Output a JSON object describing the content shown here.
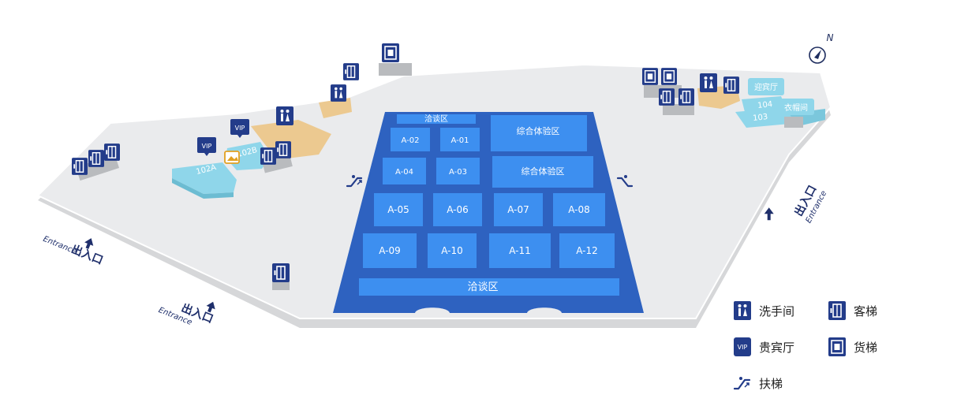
{
  "compass": {
    "label": "N"
  },
  "booths": [
    {
      "id": "A-01"
    },
    {
      "id": "A-02"
    },
    {
      "id": "A-03"
    },
    {
      "id": "A-04"
    },
    {
      "id": "A-05"
    },
    {
      "id": "A-06"
    },
    {
      "id": "A-07"
    },
    {
      "id": "A-08"
    },
    {
      "id": "A-09"
    },
    {
      "id": "A-10"
    },
    {
      "id": "A-11"
    },
    {
      "id": "A-12"
    }
  ],
  "zones": {
    "negotiation_top": "洽谈区",
    "negotiation_bottom": "洽谈区",
    "experience_1": "综合体验区",
    "experience_2": "综合体验区"
  },
  "rooms": {
    "r102a": "102A",
    "r102b": "102B",
    "r103": "103",
    "r104": "104",
    "reception": "迎宾厅",
    "cloakroom": "衣帽间"
  },
  "vip_badge": "VIP",
  "entrances": [
    {
      "cn": "出入口",
      "en": "Entrance"
    },
    {
      "cn": "出入口",
      "en": "Entrance"
    },
    {
      "cn": "出入口",
      "en": "Entrance"
    }
  ],
  "legend": {
    "restroom": "洗手间",
    "passenger_elevator": "客梯",
    "vip_room": "贵宾厅",
    "vip_badge": "VIP",
    "freight_elevator": "货梯",
    "escalator": "扶梯"
  },
  "colors": {
    "floor": "#e6e7e9",
    "hall": "#2e62c0",
    "booth": "#3d8ff0",
    "room_light": "#8fd6ea",
    "tan": "#ecc990",
    "icon": "#233c8a"
  }
}
